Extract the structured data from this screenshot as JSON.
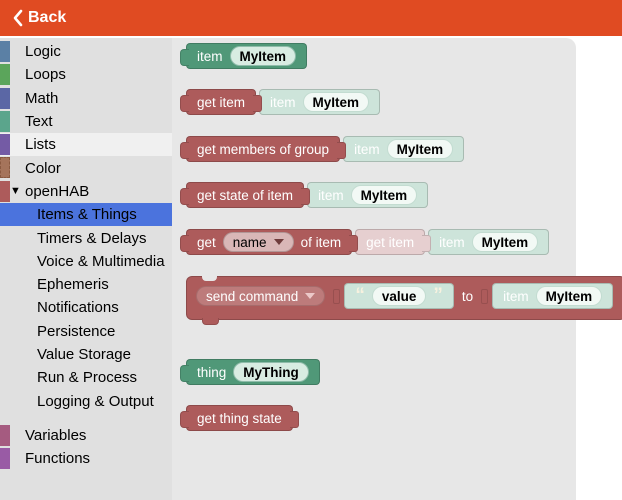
{
  "header": {
    "back_label": "Back",
    "bg_color": "#e04b22"
  },
  "sidebar": {
    "expand_arrow": "▼",
    "selected_bg": "#4b73dd",
    "items": [
      {
        "label": "Logic",
        "color": "#5b80a5",
        "level": "category"
      },
      {
        "label": "Loops",
        "color": "#5ba55b",
        "level": "category"
      },
      {
        "label": "Math",
        "color": "#5b67a5",
        "level": "category"
      },
      {
        "label": "Text",
        "color": "#5ba58c",
        "level": "category"
      },
      {
        "label": "Lists",
        "color": "#745ba5",
        "level": "category",
        "state": "hovered"
      },
      {
        "label": "Color",
        "color": "#a5745b",
        "level": "category"
      },
      {
        "label": "openHAB",
        "color": "#ad5b5b",
        "level": "category",
        "state": "expanded"
      },
      {
        "label": "Items & Things",
        "level": "subcategory",
        "state": "selected"
      },
      {
        "label": "Timers & Delays",
        "level": "subcategory"
      },
      {
        "label": "Voice & Multimedia",
        "level": "subcategory"
      },
      {
        "label": "Ephemeris",
        "level": "subcategory"
      },
      {
        "label": "Notifications",
        "level": "subcategory"
      },
      {
        "label": "Persistence",
        "level": "subcategory"
      },
      {
        "label": "Value Storage",
        "level": "subcategory"
      },
      {
        "label": "Run & Process",
        "level": "subcategory"
      },
      {
        "label": "Logging & Output",
        "level": "subcategory"
      },
      {
        "label": "Variables",
        "color": "#a55b80",
        "level": "category"
      },
      {
        "label": "Functions",
        "color": "#995ba5",
        "level": "category"
      }
    ]
  },
  "palette": {
    "maroon": "#ad5b5b",
    "green": "#509878",
    "teal_shadow": "#cde4da",
    "pink_shadow": "#e6cfd0",
    "canvas": "#e7e7e7"
  },
  "blocks": {
    "item_block": {
      "label": "item",
      "field": "MyItem"
    },
    "get_item": {
      "label": "get item",
      "shadow": {
        "label": "item",
        "field": "MyItem"
      }
    },
    "get_members": {
      "label": "get members of group",
      "shadow": {
        "label": "item",
        "field": "MyItem"
      }
    },
    "get_state": {
      "label": "get state of item",
      "shadow": {
        "label": "item",
        "field": "MyItem"
      }
    },
    "get_attr": {
      "label_get": "get",
      "dropdown_value": "name",
      "label_of": "of item",
      "shadow_get_item": {
        "label": "get item"
      },
      "shadow_item": {
        "label": "item",
        "field": "MyItem"
      }
    },
    "send_command": {
      "dropdown_value": "send command",
      "quote_open": "“",
      "value_field": "value",
      "quote_close": "”",
      "label_to": "to",
      "shadow_item": {
        "label": "item",
        "field": "MyItem"
      }
    },
    "thing_block": {
      "label": "thing",
      "field": "MyThing"
    },
    "get_thing_state": {
      "label": "get thing state"
    }
  }
}
